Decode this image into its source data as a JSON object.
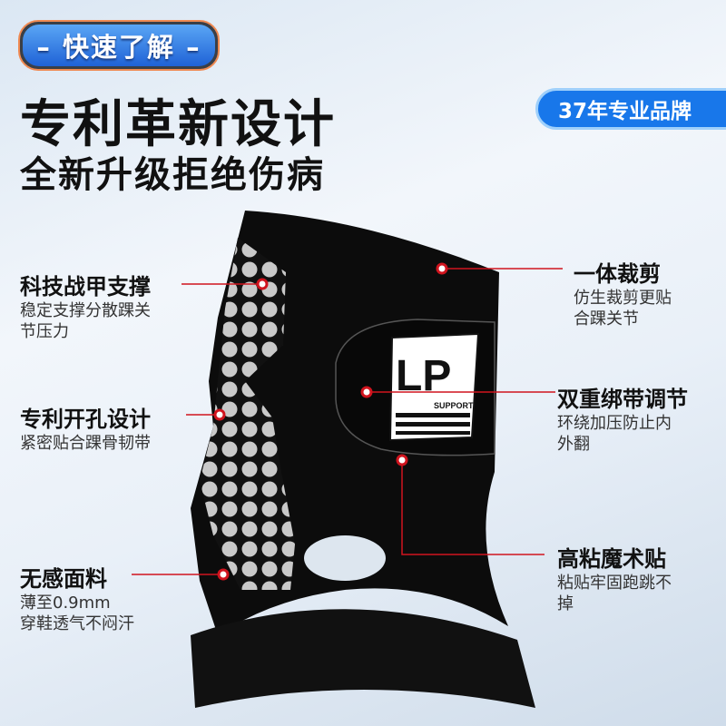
{
  "badge": {
    "label": "– 快速了解 –"
  },
  "headline": {
    "title": "专利革新设计",
    "subtitle": "全新升级拒绝伤病"
  },
  "brand_badge": {
    "label": "37年专业品牌"
  },
  "product": {
    "logo_text": "LP",
    "logo_sub": "SUPPORT"
  },
  "features": [
    {
      "title": "科技战甲支撑",
      "lines": [
        "稳定支撑分散踝关",
        "节压力"
      ]
    },
    {
      "title": "专利开孔设计",
      "lines": [
        "紧密贴合踝骨韧带"
      ]
    },
    {
      "title": "无感面料",
      "lines": [
        "薄至0.9mm",
        "穿鞋透气不闷汗"
      ]
    },
    {
      "title": "一体裁剪",
      "lines": [
        "仿生裁剪更贴",
        "合踝关节"
      ]
    },
    {
      "title": "双重绑带调节",
      "lines": [
        "环绕加压防止内",
        "外翻"
      ]
    },
    {
      "title": "高粘魔术贴",
      "lines": [
        "粘贴牢固跑跳不",
        "掉"
      ]
    }
  ],
  "colors": {
    "accent": "#1877ea",
    "pointer": "#d0141e"
  }
}
